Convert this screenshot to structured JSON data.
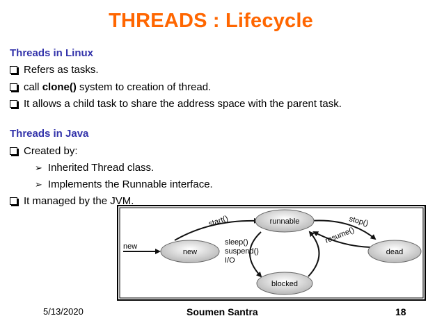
{
  "slide": {
    "title": "THREADS : Lifecycle"
  },
  "linux": {
    "heading": "Threads in Linux",
    "items": [
      "Refers as tasks.",
      "call",
      "clone()",
      "system to creation of thread.",
      "It allows a child task to share the address space with the parent task."
    ]
  },
  "java": {
    "heading": "Threads in Java",
    "created": "Created by:",
    "sub": [
      "Inherited Thread class.",
      "Implements the Runnable interface."
    ],
    "managed": "It managed by the JVM."
  },
  "diagram": {
    "states": {
      "runnable": "runnable",
      "new": "new",
      "dead": "dead",
      "blocked": "blocked"
    },
    "labels": {
      "new_entry": "new",
      "start": "start()",
      "stop": "stop()",
      "resume": "resume()",
      "sleep": "sleep()",
      "suspend": "suspend()",
      "io": "I/O"
    }
  },
  "footer": {
    "date": "5/13/2020",
    "author": "Soumen Santra",
    "page": "18"
  }
}
